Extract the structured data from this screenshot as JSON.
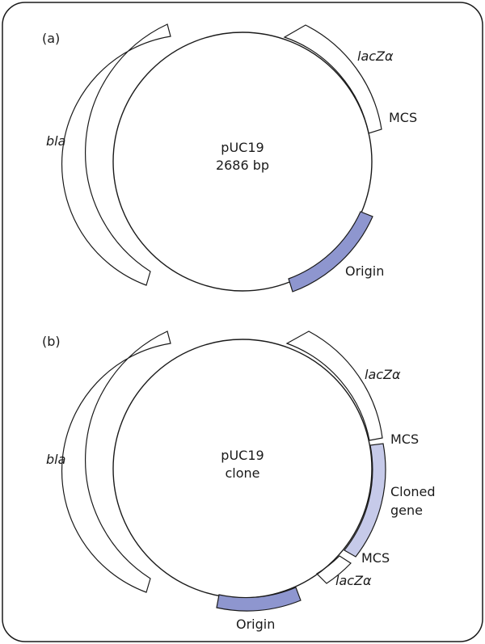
{
  "colors": {
    "origin": "#8e96cf",
    "cloned_gene": "#c6cae9",
    "mcs": "#1a1a1a",
    "outline": "#1a1a1a"
  },
  "panel_a": {
    "label": "(a)",
    "center_line1": "pUC19",
    "center_line2": "2686 bp",
    "bla": "bla",
    "lacz": "lacZα",
    "mcs": "MCS",
    "origin": "Origin"
  },
  "panel_b": {
    "label": "(b)",
    "center_line1": "pUC19",
    "center_line2": "clone",
    "bla": "bla",
    "lacz_upper": "lacZα",
    "lacz_lower": "lacZα",
    "mcs_upper": "MCS",
    "mcs_lower": "MCS",
    "cloned_line1": "Cloned",
    "cloned_line2": "gene",
    "origin": "Origin"
  }
}
